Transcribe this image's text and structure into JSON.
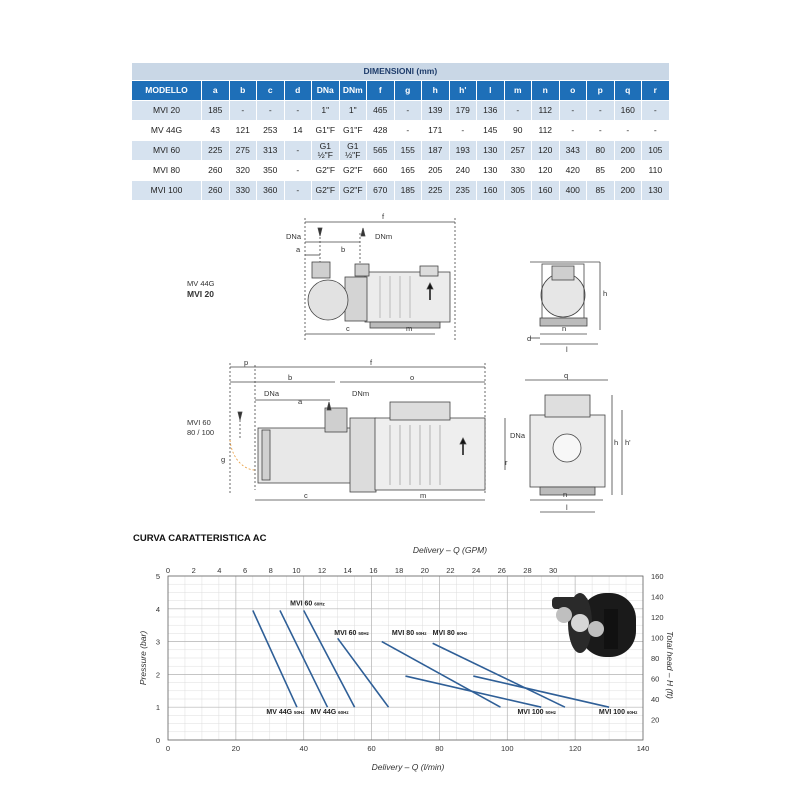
{
  "table": {
    "title": "DIMENSIONI (mm)",
    "headers": [
      "MODELLO",
      "a",
      "b",
      "c",
      "d",
      "DNa",
      "DNm",
      "f",
      "g",
      "h",
      "h'",
      "l",
      "m",
      "n",
      "o",
      "p",
      "q",
      "r"
    ],
    "rows": [
      [
        "MVI 20",
        "185",
        "-",
        "-",
        "-",
        "1\"",
        "1\"",
        "465",
        "-",
        "139",
        "179",
        "136",
        "-",
        "112",
        "-",
        "-",
        "160",
        "-"
      ],
      [
        "MV 44G",
        "43",
        "121",
        "253",
        "14",
        "G1\"F",
        "G1\"F",
        "428",
        "-",
        "171",
        "-",
        "145",
        "90",
        "112",
        "-",
        "-",
        "-",
        "-"
      ],
      [
        "MVI 60",
        "225",
        "275",
        "313",
        "-",
        "G1 ½\"F",
        "G1 ½\"F",
        "565",
        "155",
        "187",
        "193",
        "130",
        "257",
        "120",
        "343",
        "80",
        "200",
        "105"
      ],
      [
        "MVI 80",
        "260",
        "320",
        "350",
        "-",
        "G2\"F",
        "G2\"F",
        "660",
        "165",
        "205",
        "240",
        "130",
        "330",
        "120",
        "420",
        "85",
        "200",
        "110"
      ],
      [
        "MVI 100",
        "260",
        "330",
        "360",
        "-",
        "G2\"F",
        "G2\"F",
        "670",
        "185",
        "225",
        "235",
        "160",
        "305",
        "160",
        "400",
        "85",
        "200",
        "130"
      ]
    ]
  },
  "drawing1": {
    "labels": {
      "dna": "DNa",
      "dnm": "DNm",
      "a": "a",
      "b": "b",
      "f": "f",
      "c": "c",
      "m": "m",
      "h": "h",
      "n": "n",
      "d": "d",
      "l": "l"
    },
    "model_caption": "MV 44G",
    "model_caption2": "MVI 20"
  },
  "drawing2": {
    "labels": {
      "p": "p",
      "b": "b",
      "f": "f",
      "o": "o",
      "dna": "DNa",
      "a": "a",
      "dnm": "DNm",
      "g": "g",
      "c": "c",
      "m": "m",
      "q": "q",
      "h": "h",
      "hp": "h'",
      "dna_v": "DNa",
      "r": "r",
      "n": "n",
      "l": "l"
    },
    "model_caption": "MVI 60",
    "model_caption2": "80 / 100"
  },
  "curve": {
    "title": "CURVA CARATTERISTICA AC"
  },
  "chart_data": {
    "type": "line",
    "title": "CURVA CARATTERISTICA AC",
    "xlabel": "Delivery – Q (l/min)",
    "x2label": "Delivery – Q (GPM)",
    "ylabel": "Pressure (bar)",
    "y2label": "Total head – H (ft)",
    "xlim": [
      0,
      140
    ],
    "ylim": [
      0,
      5
    ],
    "x2lim": [
      0,
      37
    ],
    "y2lim": [
      0,
      160
    ],
    "xticks": [
      0,
      20,
      40,
      60,
      80,
      100,
      120,
      140
    ],
    "yticks": [
      0,
      1,
      2,
      3,
      4,
      5
    ],
    "x2ticks": [
      0,
      2,
      4,
      6,
      8,
      10,
      12,
      14,
      16,
      18,
      20,
      22,
      24,
      26,
      28,
      30
    ],
    "y2ticks": [
      20,
      40,
      60,
      80,
      100,
      120,
      140,
      160
    ],
    "grid": true,
    "colors": {
      "series": "#2f5f97",
      "grid": "#dddddd",
      "major_grid": "#b5b5b5",
      "axis": "#6a6a6a"
    },
    "series": [
      {
        "name": "MV 44G 50Hz",
        "x": [
          25,
          38
        ],
        "y": [
          3.95,
          1.0
        ]
      },
      {
        "name": "MV 44G 60Hz",
        "x": [
          33,
          47
        ],
        "y": [
          3.95,
          1.0
        ]
      },
      {
        "name": "MVI 60 60Hz",
        "x": [
          40,
          55
        ],
        "y": [
          3.95,
          1.0
        ]
      },
      {
        "name": "MVI 60 50Hz",
        "x": [
          50,
          65
        ],
        "y": [
          3.1,
          1.0
        ]
      },
      {
        "name": "MVI 80 50Hz",
        "x": [
          63,
          98
        ],
        "y": [
          3.0,
          1.0
        ]
      },
      {
        "name": "MVI 80 60Hz",
        "x": [
          78,
          117
        ],
        "y": [
          2.95,
          1.0
        ]
      },
      {
        "name": "MVI 100 50Hz",
        "x": [
          70,
          110
        ],
        "y": [
          1.95,
          1.0
        ]
      },
      {
        "name": "MVI 100 60Hz",
        "x": [
          90,
          130
        ],
        "y": [
          1.95,
          1.0
        ]
      }
    ],
    "annotations": [
      {
        "text": "MV 44G",
        "sub": "50Hz",
        "x": 29,
        "y": 0.8
      },
      {
        "text": "MV 44G",
        "sub": "60Hz",
        "x": 42,
        "y": 0.8
      },
      {
        "text": "MVI 60",
        "sub": "60Hz",
        "x": 36,
        "y": 4.1
      },
      {
        "text": "MVI 60",
        "sub": "50Hz",
        "x": 49,
        "y": 3.2
      },
      {
        "text": "MVI 80",
        "sub": "50Hz",
        "x": 66,
        "y": 3.2
      },
      {
        "text": "MVI 80",
        "sub": "60Hz",
        "x": 78,
        "y": 3.2
      },
      {
        "text": "MVI 100",
        "sub": "50Hz",
        "x": 103,
        "y": 0.8
      },
      {
        "text": "MVI 100",
        "sub": "60Hz",
        "x": 127,
        "y": 0.8
      }
    ]
  }
}
